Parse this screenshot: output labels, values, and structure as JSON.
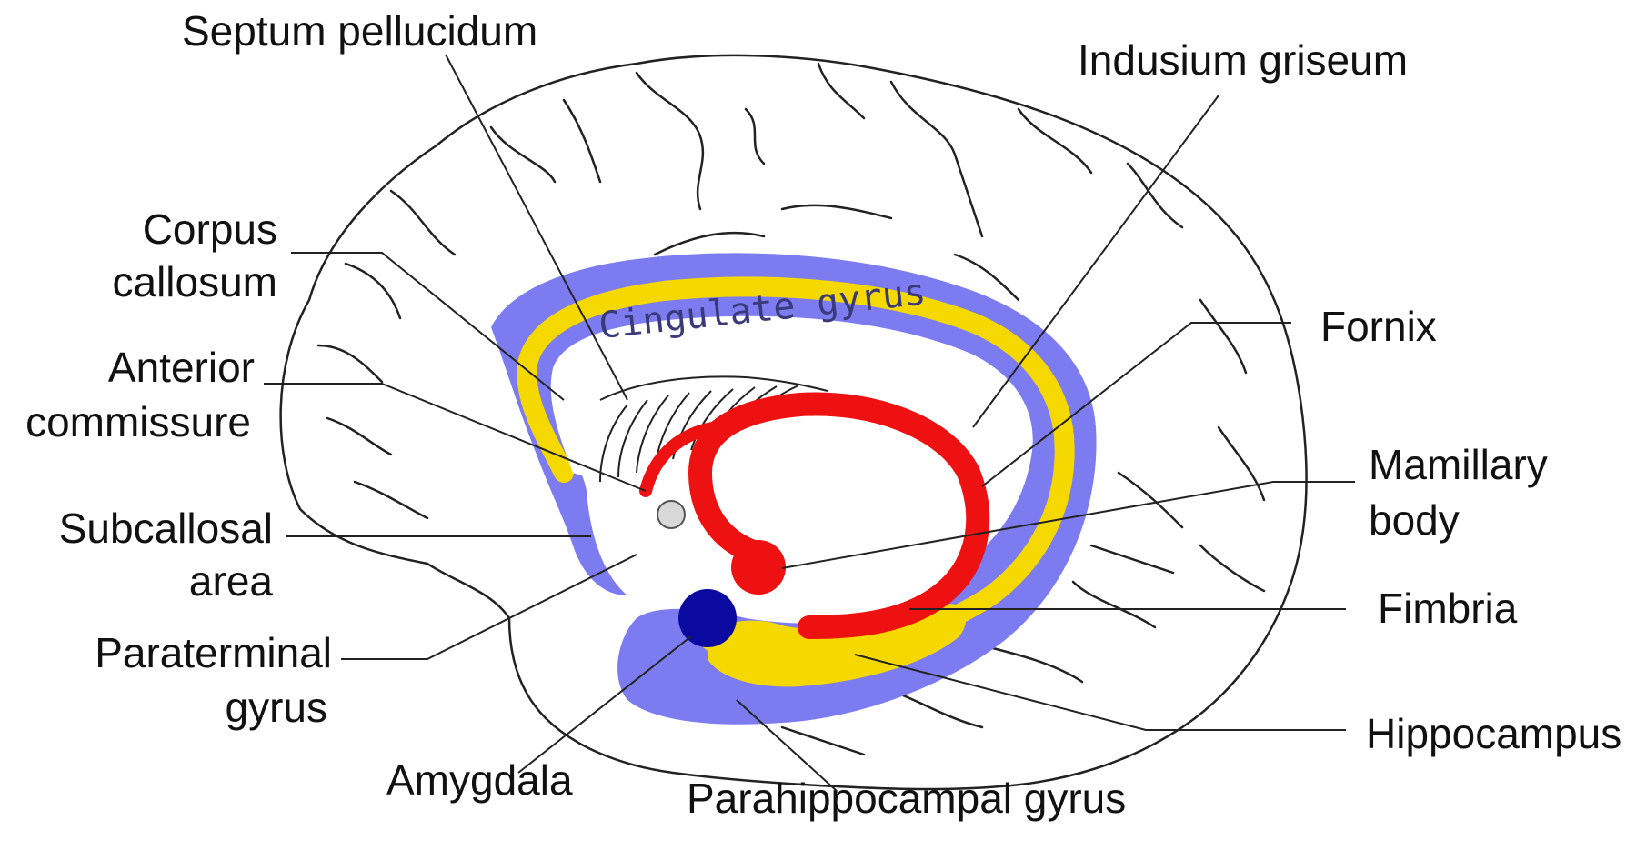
{
  "labels": {
    "septum_pellucidum": "Septum pellucidum",
    "indusium_griseum": "Indusium griseum",
    "corpus_callosum_1": "Corpus",
    "corpus_callosum_2": "callosum",
    "anterior_commissure_1": "Anterior",
    "anterior_commissure_2": "commissure",
    "fornix": "Fornix",
    "mamillary_body_1": "Mamillary",
    "mamillary_body_2": "body",
    "subcallosal_area_1": "Subcallosal",
    "subcallosal_area_2": "area",
    "fimbria": "Fimbria",
    "paraterminal_gyrus_1": "Paraterminal",
    "paraterminal_gyrus_2": "gyrus",
    "hippocampus": "Hippocampus",
    "amygdala": "Amygdala",
    "parahippocampal_gyrus": "Parahippocampal gyrus",
    "cingulate_gyrus": "Cingulate gyrus"
  },
  "colors": {
    "cingulate_region": "#7c7cf0",
    "callosal_band": "#f5d800",
    "fornix": "#ee1111",
    "amygdala": "#0a0aa0",
    "anterior_commissure": "#d8d8d8",
    "outline": "#222222"
  }
}
